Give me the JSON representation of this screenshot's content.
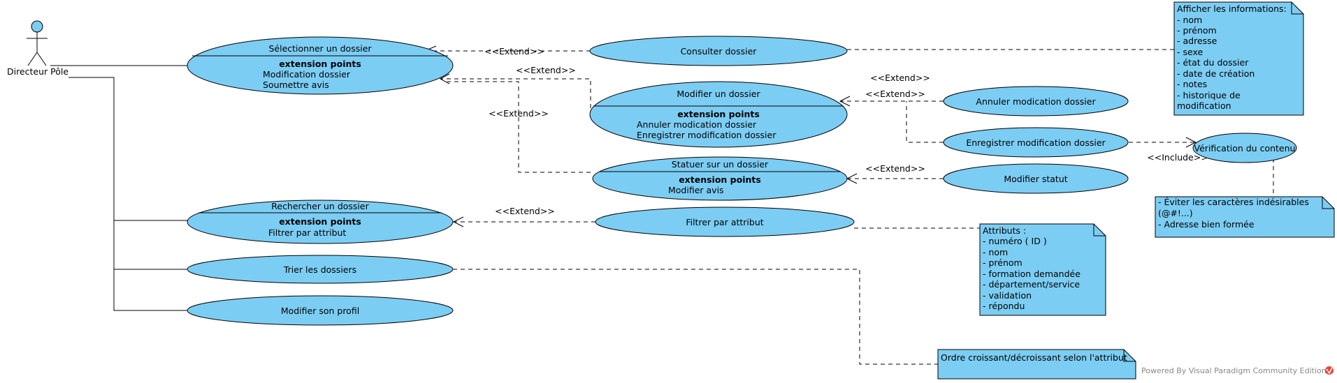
{
  "actor": {
    "name": "Directeur Pôle"
  },
  "use_cases": {
    "selectionner": {
      "title": "Sélectionner un dossier",
      "ext_header": "extension points",
      "ext": [
        "Modification dossier",
        "Soumettre avis"
      ]
    },
    "consulter": {
      "title": "Consulter dossier"
    },
    "modifier": {
      "title": "Modifier un dossier",
      "ext_header": "extension points",
      "ext": [
        "Annuler modication dossier",
        "Enregistrer modification dossier"
      ]
    },
    "statuer": {
      "title": "Statuer sur un dossier",
      "ext_header": "extension points",
      "ext": [
        "Modifier avis"
      ]
    },
    "rechercher": {
      "title": "Rechercher un dossier",
      "ext_header": "extension points",
      "ext": [
        "Filtrer par attribut"
      ]
    },
    "filtrer": {
      "title": "Filtrer par attribut"
    },
    "trier": {
      "title": "Trier les dossiers"
    },
    "profil": {
      "title": "Modifier son profil"
    },
    "annuler": {
      "title": "Annuler modication dossier"
    },
    "enregistrer": {
      "title": "Enregistrer modification dossier"
    },
    "statut": {
      "title": "Modifier statut"
    },
    "verification": {
      "title": "Vérification du contenu"
    }
  },
  "stereotypes": {
    "extend": "<<Extend>>",
    "include": "<<Include>>"
  },
  "notes": {
    "afficher": [
      "Afficher les informations:",
      "- nom",
      "- prénom",
      "- adresse",
      "- sexe",
      "- état du dossier",
      "- date de création",
      "- notes",
      "- historique de",
      "modification"
    ],
    "eviter": [
      "- Éviter les caractères indésirables",
      "(@#!...)",
      "- Adresse bien formée"
    ],
    "attributs": [
      "Attributs :",
      "- numéro ( ID )",
      "- nom",
      "- prénom",
      "- formation demandée",
      "- département/service",
      "- validation",
      "- répondu"
    ],
    "ordre": [
      "Ordre croissant/décroissant selon l'attribut"
    ]
  },
  "watermark": "Powered By Visual Paradigm Community Edition",
  "colors": {
    "use_case_fill": "#7ccdf3",
    "note_fill": "#7ccdf3",
    "line": "#000000",
    "logo": "#e8453c"
  }
}
